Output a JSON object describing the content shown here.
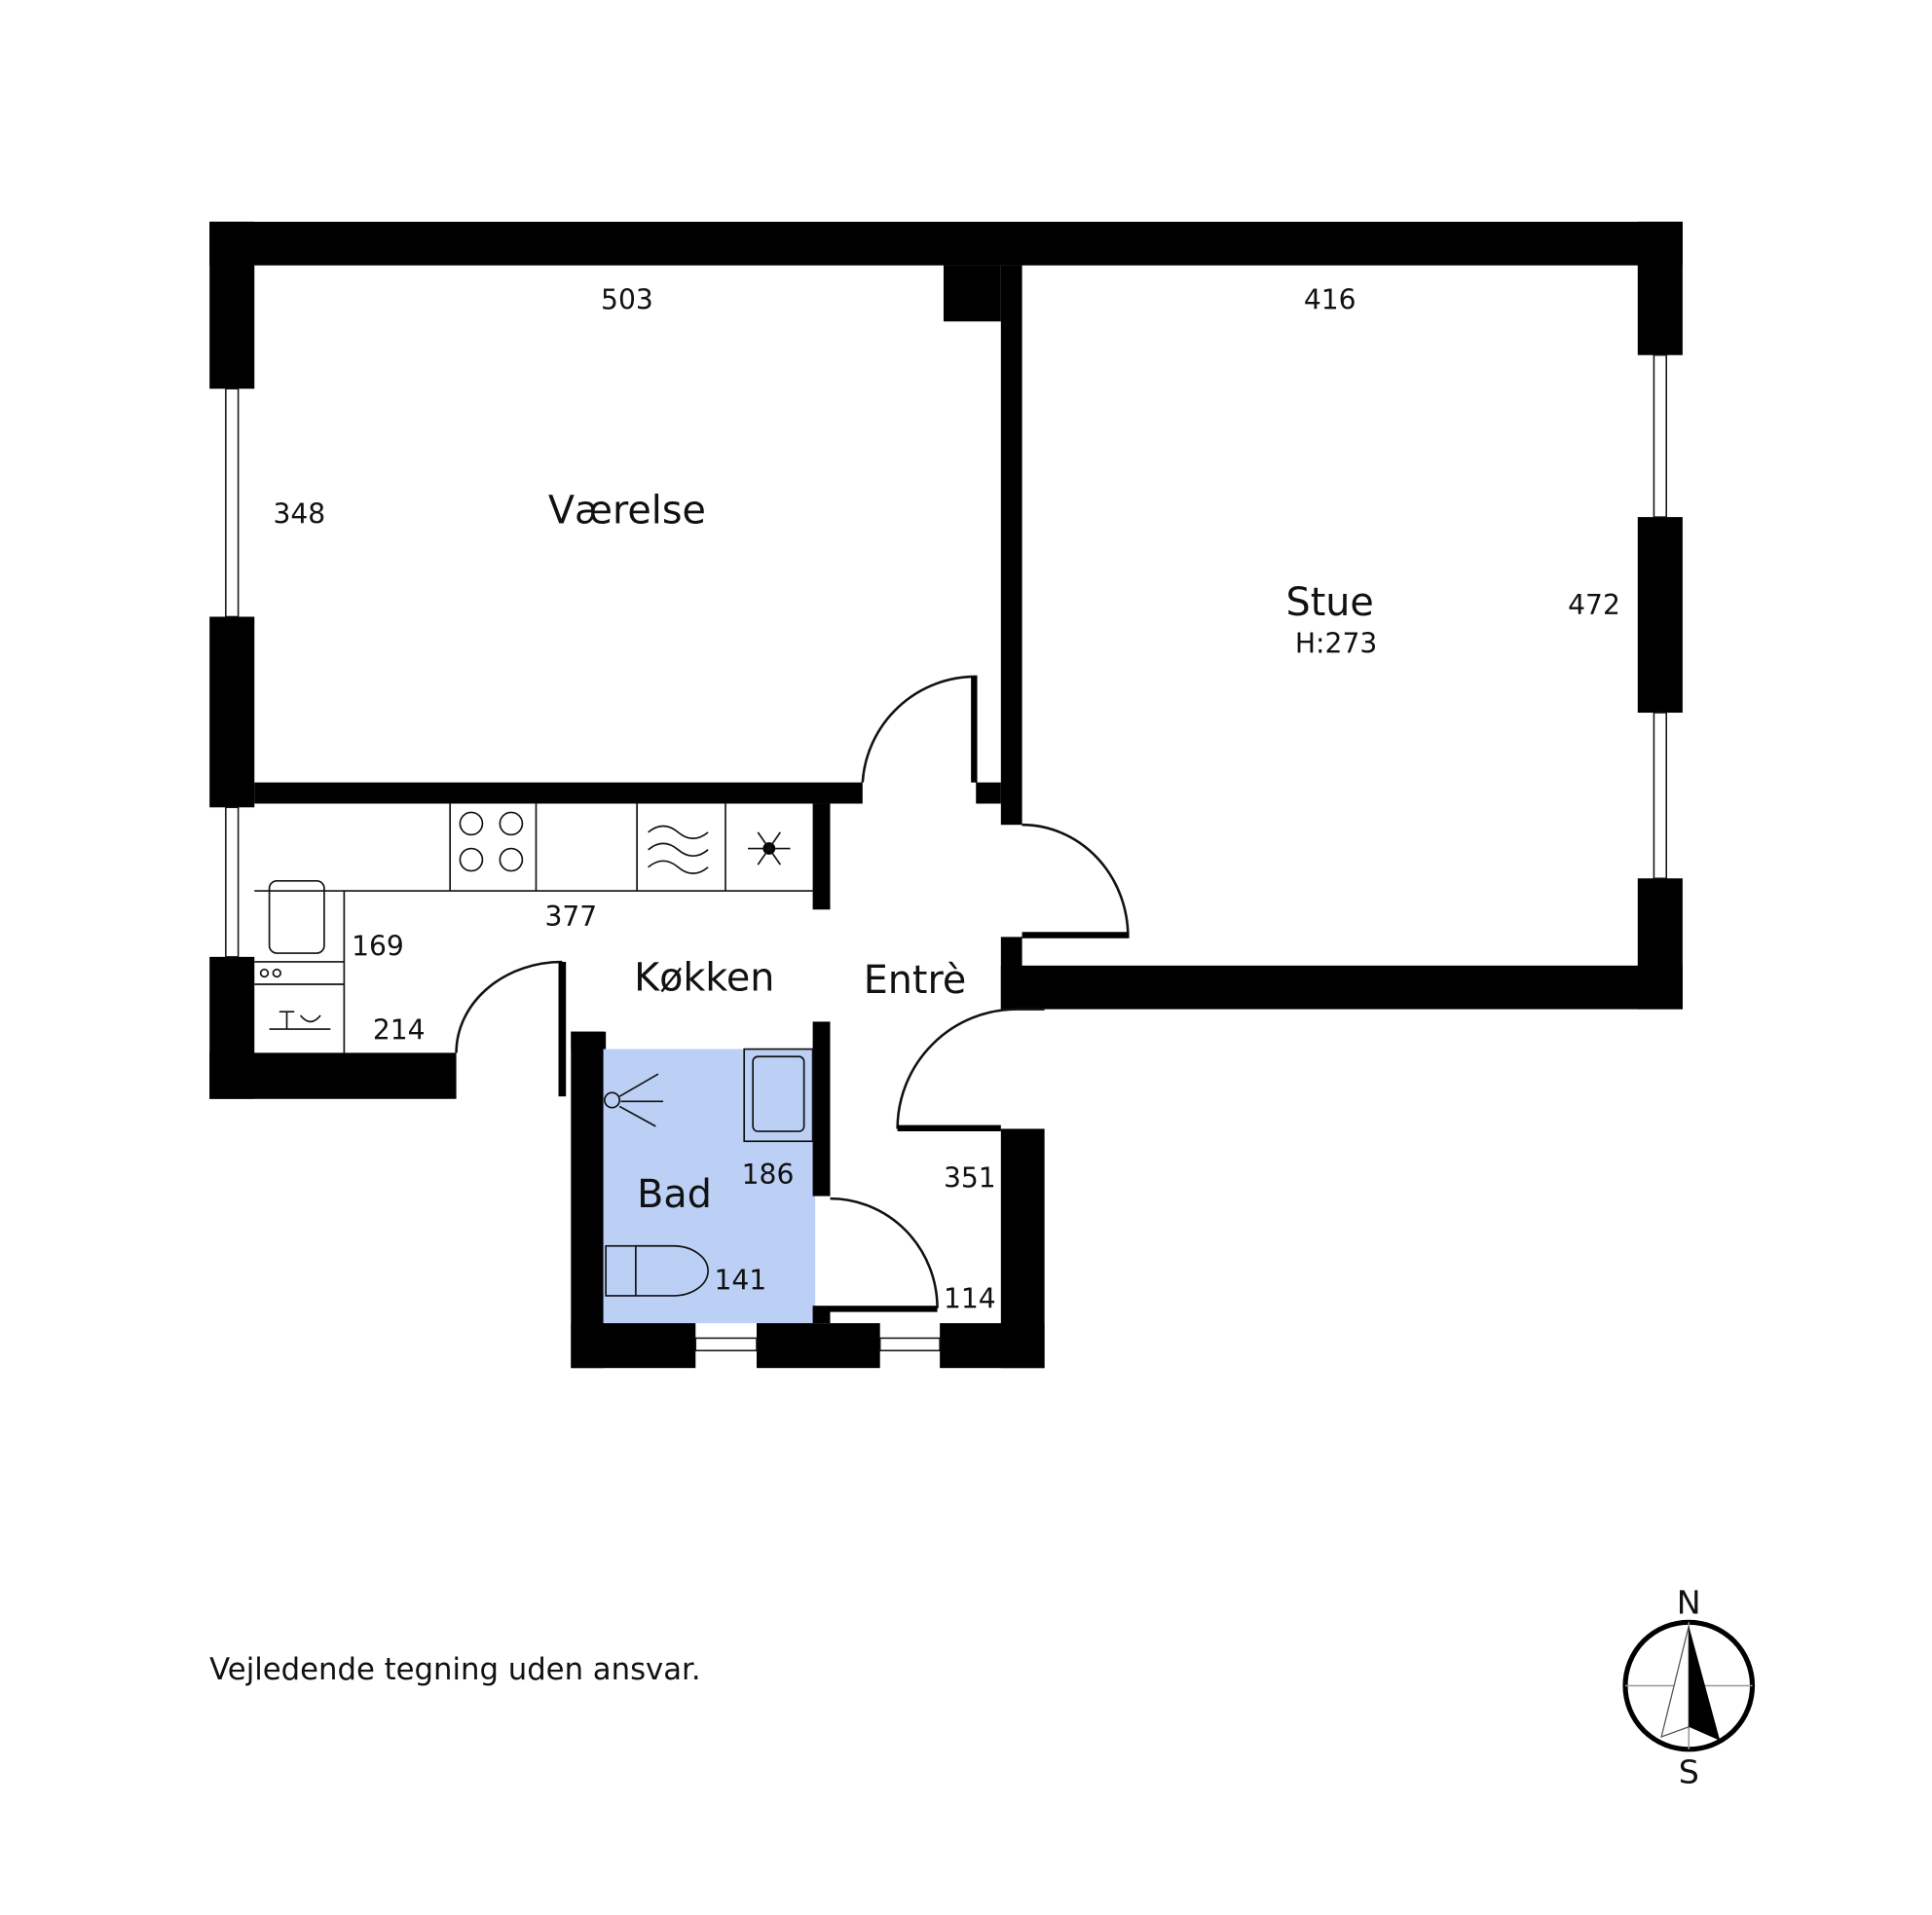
{
  "rooms": {
    "vaerelse": {
      "name": "Værelse",
      "width": "503",
      "depth": "348"
    },
    "stue": {
      "name": "Stue",
      "width": "416",
      "depth": "472",
      "height": "H:273"
    },
    "kokken": {
      "name": "Køkken",
      "length": "377",
      "depth_a": "169",
      "depth_b": "214"
    },
    "entre": {
      "name": "Entrè",
      "length": "351",
      "width": "114"
    },
    "bad": {
      "name": "Bad",
      "length": "186",
      "width": "141"
    }
  },
  "disclaimer": "Vejledende tegning uden ansvar.",
  "compass": {
    "north": "N",
    "south": "S"
  },
  "colors": {
    "wall": "#000000",
    "bathroom_fill": "#bcd0f5"
  }
}
